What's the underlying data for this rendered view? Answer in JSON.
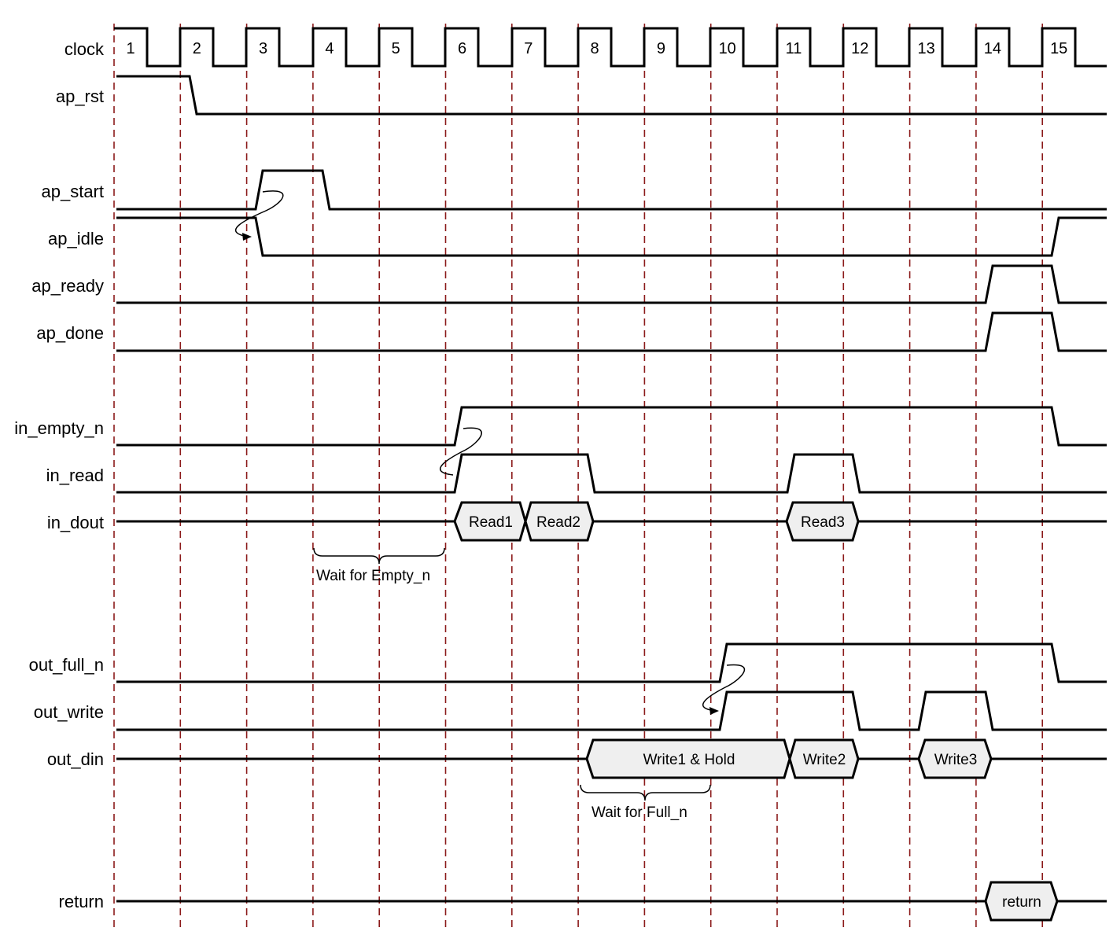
{
  "colors": {
    "gridline": "#8b1a1a",
    "waveform": "#000000",
    "bus_fill": "#efefef"
  },
  "cycles": [
    "1",
    "2",
    "3",
    "4",
    "5",
    "6",
    "7",
    "8",
    "9",
    "10",
    "11",
    "12",
    "13",
    "14",
    "15"
  ],
  "signals": [
    {
      "id": "clock",
      "label": "clock"
    },
    {
      "id": "ap_rst",
      "label": "ap_rst"
    },
    {
      "id": "ap_start",
      "label": "ap_start"
    },
    {
      "id": "ap_idle",
      "label": "ap_idle"
    },
    {
      "id": "ap_ready",
      "label": "ap_ready"
    },
    {
      "id": "ap_done",
      "label": "ap_done"
    },
    {
      "id": "in_empty_n",
      "label": "in_empty_n"
    },
    {
      "id": "in_read",
      "label": "in_read"
    },
    {
      "id": "in_dout",
      "label": "in_dout"
    },
    {
      "id": "out_full_n",
      "label": "out_full_n"
    },
    {
      "id": "out_write",
      "label": "out_write"
    },
    {
      "id": "out_din",
      "label": "out_din"
    },
    {
      "id": "return",
      "label": "return"
    }
  ],
  "bus_values": {
    "read1": "Read1",
    "read2": "Read2",
    "read3": "Read3",
    "write1": "Write1 & Hold",
    "write2": "Write2",
    "write3": "Write3",
    "return_value": "return"
  },
  "annotations": {
    "wait_empty": "Wait for Empty_n",
    "wait_full": "Wait for Full_n"
  }
}
